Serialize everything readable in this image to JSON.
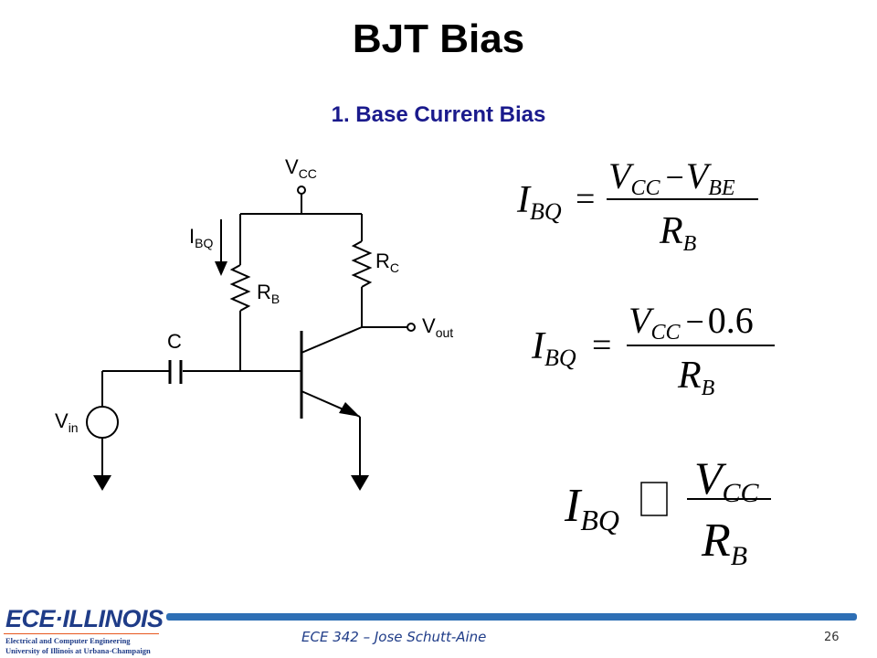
{
  "slide": {
    "title": "BJT Bias",
    "subtitle": "1. Base Current Bias"
  },
  "circuit": {
    "vcc": {
      "main": "V",
      "sub": "CC"
    },
    "ibq": {
      "main": "I",
      "sub": "BQ"
    },
    "rc": {
      "main": "R",
      "sub": "C"
    },
    "rb": {
      "main": "R",
      "sub": "B"
    },
    "vout": {
      "main": "V",
      "sub": "out"
    },
    "cap": "C",
    "vin": {
      "main": "V",
      "sub": "in"
    }
  },
  "equations": {
    "eq1": {
      "lhs": "I",
      "lhs_sub": "BQ",
      "rel": "=",
      "num": "V",
      "num_sub1": "CC",
      "minus": "−",
      "num2": "V",
      "num_sub2": "BE",
      "den": "R",
      "den_sub": "B"
    },
    "eq2": {
      "lhs": "I",
      "lhs_sub": "BQ",
      "rel": "=",
      "num": "V",
      "num_sub1": "CC",
      "minus": "−",
      "num2": "0.6",
      "den": "R",
      "den_sub": "B"
    },
    "eq3": {
      "lhs": "I",
      "lhs_sub": "BQ",
      "rel": "□",
      "num": "V",
      "num_sub1": "CC",
      "den": "R",
      "den_sub": "B"
    }
  },
  "footer": {
    "course": "ECE 342 – Jose Schutt-Aine",
    "page": "26",
    "logo": {
      "main": "ECE·ILLINOIS",
      "line1": "Electrical and Computer Engineering",
      "line2": "University of Illinois at Urbana-Champaign"
    }
  },
  "colors": {
    "title": "#000000",
    "subtitle": "#1a1a8c",
    "footer_bar": "#2e6fb5",
    "footer_text": "#1f3c88",
    "logo_blue": "#1f3c88",
    "logo_orange": "#e8571e"
  }
}
